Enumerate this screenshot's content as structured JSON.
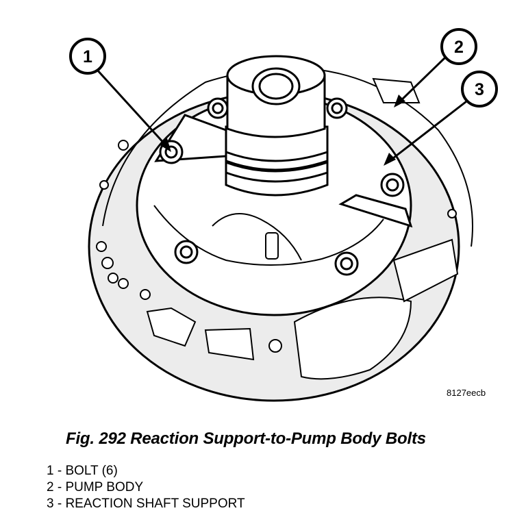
{
  "callouts": [
    {
      "number": "1"
    },
    {
      "number": "2"
    },
    {
      "number": "3"
    }
  ],
  "figure_code": "8127eecb",
  "caption": "Fig. 292 Reaction Support-to-Pump Body Bolts",
  "legend": [
    {
      "text": "1 - BOLT (6)"
    },
    {
      "text": "2 - PUMP BODY"
    },
    {
      "text": "3 - REACTION SHAFT SUPPORT"
    }
  ],
  "colors": {
    "line": "#000000",
    "shade": "#dcdcdc",
    "paper": "#ffffff"
  }
}
